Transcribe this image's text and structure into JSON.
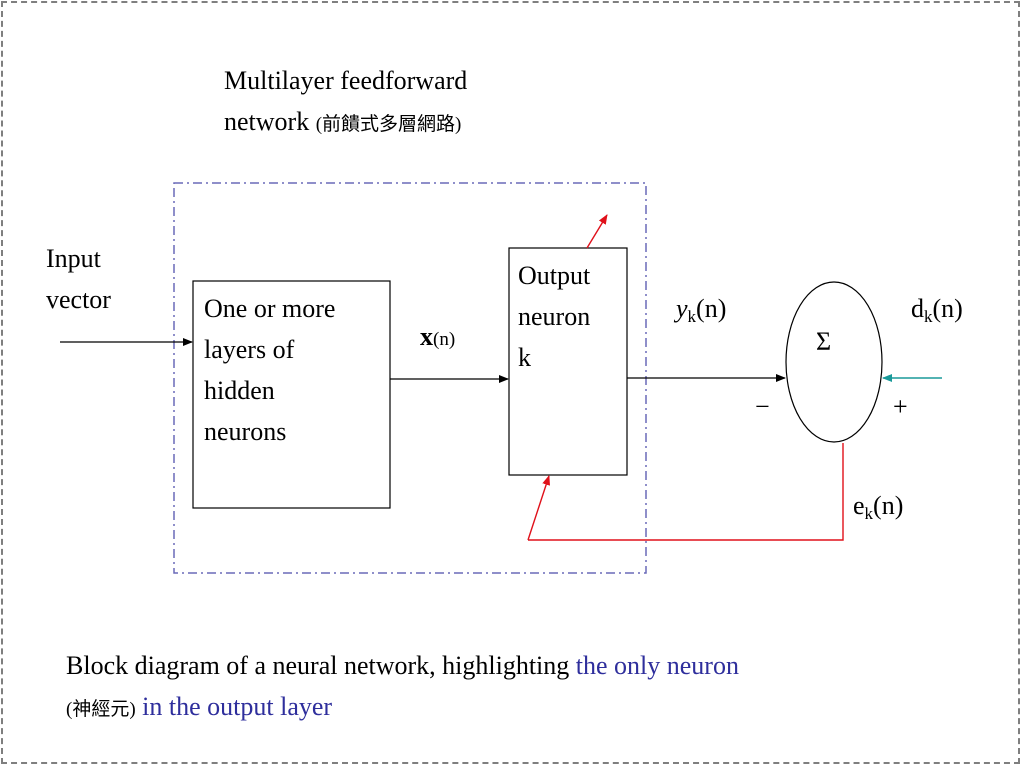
{
  "title": {
    "line1": "Multilayer feedforward",
    "line2_en": "network",
    "line2_zh": "(前饋式多層網路)"
  },
  "input": {
    "line1": "Input",
    "line2": "vector"
  },
  "hidden_block": {
    "lines": [
      "One or more",
      "layers of",
      "hidden",
      "neurons"
    ]
  },
  "x_signal": {
    "symbol": "x",
    "arg": "(n)"
  },
  "output_block": {
    "lines": [
      "Output",
      "neuron",
      "k"
    ]
  },
  "y_signal": {
    "symbol": "y",
    "sub": "k",
    "arg": "(n)"
  },
  "d_signal": {
    "symbol": "d",
    "sub": "k",
    "arg": "(n)"
  },
  "e_signal": {
    "symbol": "e",
    "sub": "k",
    "arg": "(n)"
  },
  "summer": {
    "symbol": "Σ",
    "minus": "−",
    "plus": "+"
  },
  "caption": {
    "part1": "Block diagram of a neural network, highlighting",
    "highlight1": "the only neuron",
    "zh": "(神經元)",
    "highlight2": "in the output layer"
  },
  "colors": {
    "highlight": "#2e2e9c",
    "feedback": "#e0101a",
    "desired": "#1a9a9a",
    "boundary": "#6a6ab8"
  }
}
